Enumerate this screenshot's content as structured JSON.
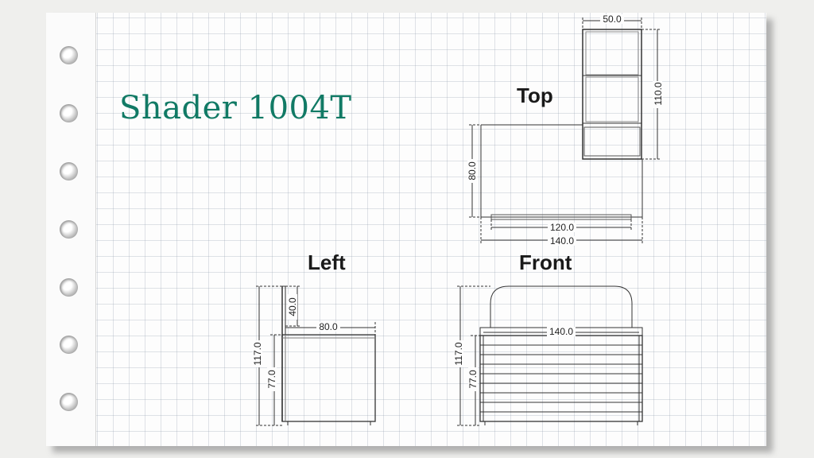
{
  "title": "Shader 1004T",
  "views": {
    "top": {
      "label": "Top",
      "dims": {
        "shelf_width": "50.0",
        "shelf_height": "110.0",
        "depth": "80.0",
        "inner_width": "120.0",
        "overall_width": "140.0"
      }
    },
    "left": {
      "label": "Left",
      "dims": {
        "panel_height": "40.0",
        "depth": "80.0",
        "overall_height": "117.0",
        "body_height": "77.0"
      }
    },
    "front": {
      "label": "Front",
      "dims": {
        "width": "140.0",
        "overall_height": "117.0",
        "body_height": "77.0"
      }
    }
  }
}
